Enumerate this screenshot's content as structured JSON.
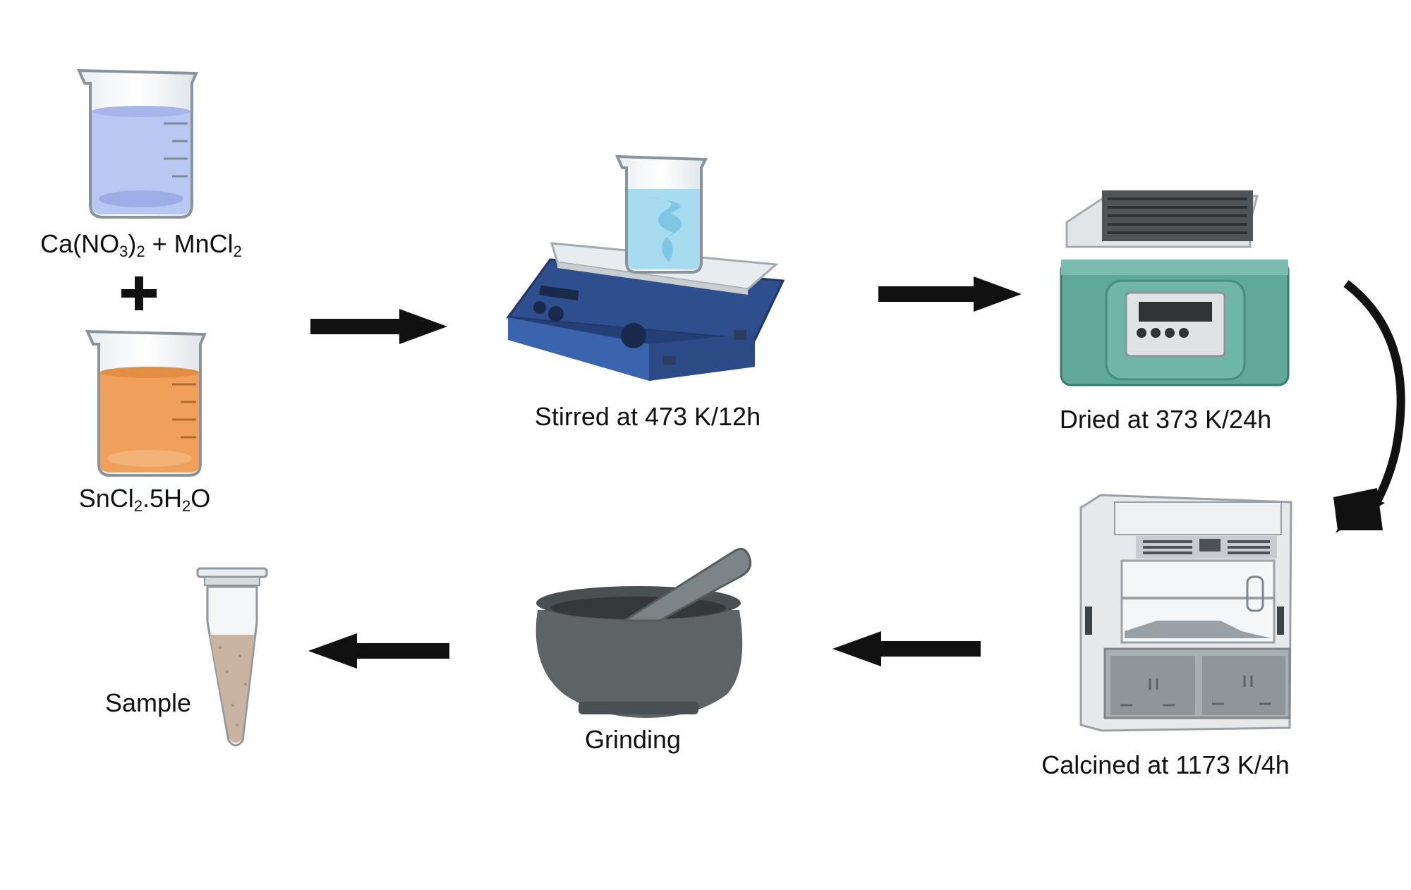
{
  "reagents": {
    "top": {
      "p1": "Ca(NO",
      "s1": "3",
      "p2": ")",
      "s2": "2",
      "p3": " + MnCl",
      "s3": "2"
    },
    "plus": "+",
    "bottom": {
      "p1": "SnCl",
      "s1": "2",
      "p2": ".5H",
      "s2": "2",
      "p3": "O"
    }
  },
  "steps": {
    "stir": "Stirred at 473 K/12h",
    "dry": "Dried at 373 K/24h",
    "calcine": "Calcined at 1173 K/4h",
    "grind": "Grinding",
    "sample": "Sample"
  },
  "colors": {
    "blue_solution": "#b9c8f2",
    "orange_solution": "#f0a05a",
    "stirrer_body": "#2e4e8e",
    "oven_body": "#5fa89a",
    "mortar": "#5e6466",
    "arrow": "#111111"
  }
}
